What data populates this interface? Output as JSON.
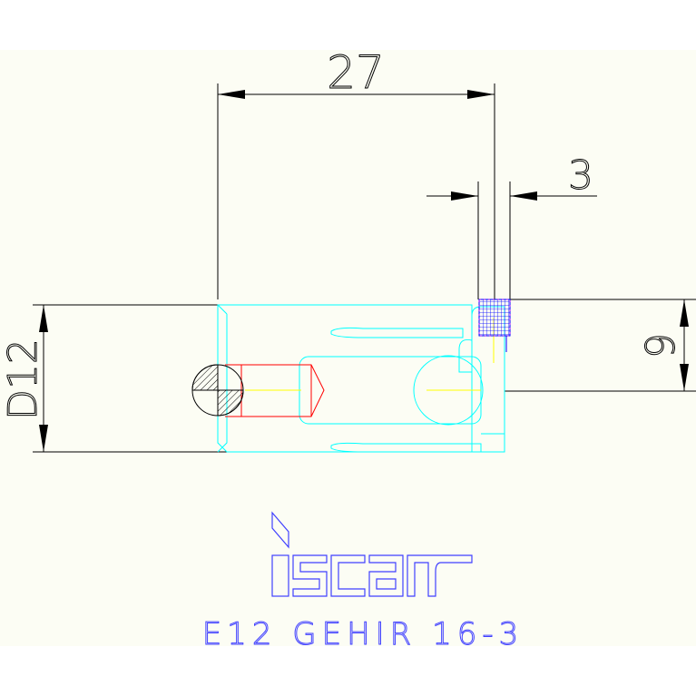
{
  "dimensions": {
    "length": "27",
    "width": "3",
    "height": "9",
    "diameter": "D12"
  },
  "logo": {
    "brand": "iscar"
  },
  "product": {
    "designation": "E12 GEHIR 16-3"
  },
  "colors": {
    "background": "#fcfdf4",
    "dimension_lines": "#000000",
    "tool_outline": "#00ffff",
    "coolant_channel": "#ff0000",
    "insert_mesh": "#0000ff",
    "logo": "#4040ff",
    "title": "#4040ff",
    "centerline": "#ffff00"
  }
}
